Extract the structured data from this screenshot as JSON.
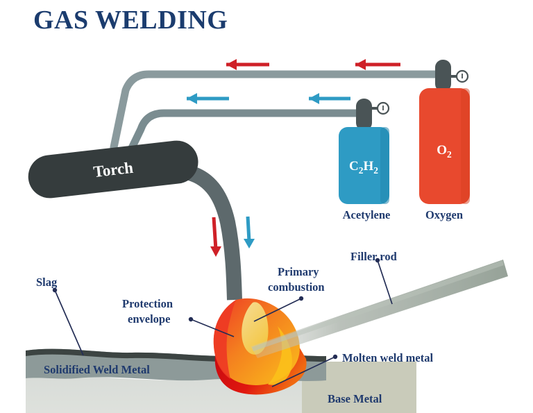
{
  "title": "GAS WELDING",
  "colors": {
    "navy": "#1F3A6E",
    "title_navy": "#1B3C6E",
    "hose_gray": "#75878C",
    "hose_gray_dark": "#6A7C80",
    "torch_dark": "#353C3D",
    "valve_dark": "#4A5456",
    "acetylene_blue": "#2E9BC4",
    "acetylene_blue_dark": "#2387AE",
    "oxygen_red": "#E8492E",
    "oxygen_red_dark": "#D8401F",
    "arrow_red": "#CF2027",
    "arrow_blue": "#2E9BC4",
    "flame_orange": "#F4811F",
    "flame_orange_light": "#F79520",
    "flame_red": "#EE3A24",
    "flame_deep_red": "#D00A13",
    "flame_yellow": "#F5D474",
    "flame_gold": "#FBC01B",
    "slag_dark": "#3C4442",
    "weld_metal_gray": "#8D9A99",
    "lower_metal_gray": "#D3D8D4",
    "base_metal_beige": "#C9CBBA",
    "filler_rod_gray": "#9AA69E",
    "leader_navy": "#232D55",
    "gauge_face": "#FFFFFF"
  },
  "cylinders": [
    {
      "id": "acetylene",
      "formula_main": "C",
      "formula_parts": [
        {
          "text": "C",
          "sub": false
        },
        {
          "text": "2",
          "sub": true
        },
        {
          "text": "H",
          "sub": false
        },
        {
          "text": "2",
          "sub": true
        }
      ],
      "name": "Acetylene",
      "color": "#2E9BC4"
    },
    {
      "id": "oxygen",
      "formula_parts": [
        {
          "text": "O",
          "sub": false
        },
        {
          "text": "2",
          "sub": true
        }
      ],
      "name": "Oxygen",
      "color": "#E8492E"
    }
  ],
  "torch": {
    "label": "Torch"
  },
  "labels": {
    "slag": "Slag",
    "protection_envelope_line1": "Protection",
    "protection_envelope_line2": "envelope",
    "primary_combustion_line1": "Primary",
    "primary_combustion_line2": "combustion",
    "filler_rod": "Filler rod",
    "molten_weld_metal": "Molten weld metal",
    "solidified_weld_metal": "Solidified Weld Metal",
    "base_metal": "Base Metal"
  },
  "flow_arrows": {
    "oxygen_count": 2,
    "acetylene_count": 2,
    "oxygen_color": "#CF2027",
    "acetylene_color": "#2E9BC4",
    "direction": "right-to-left-toward-torch"
  }
}
